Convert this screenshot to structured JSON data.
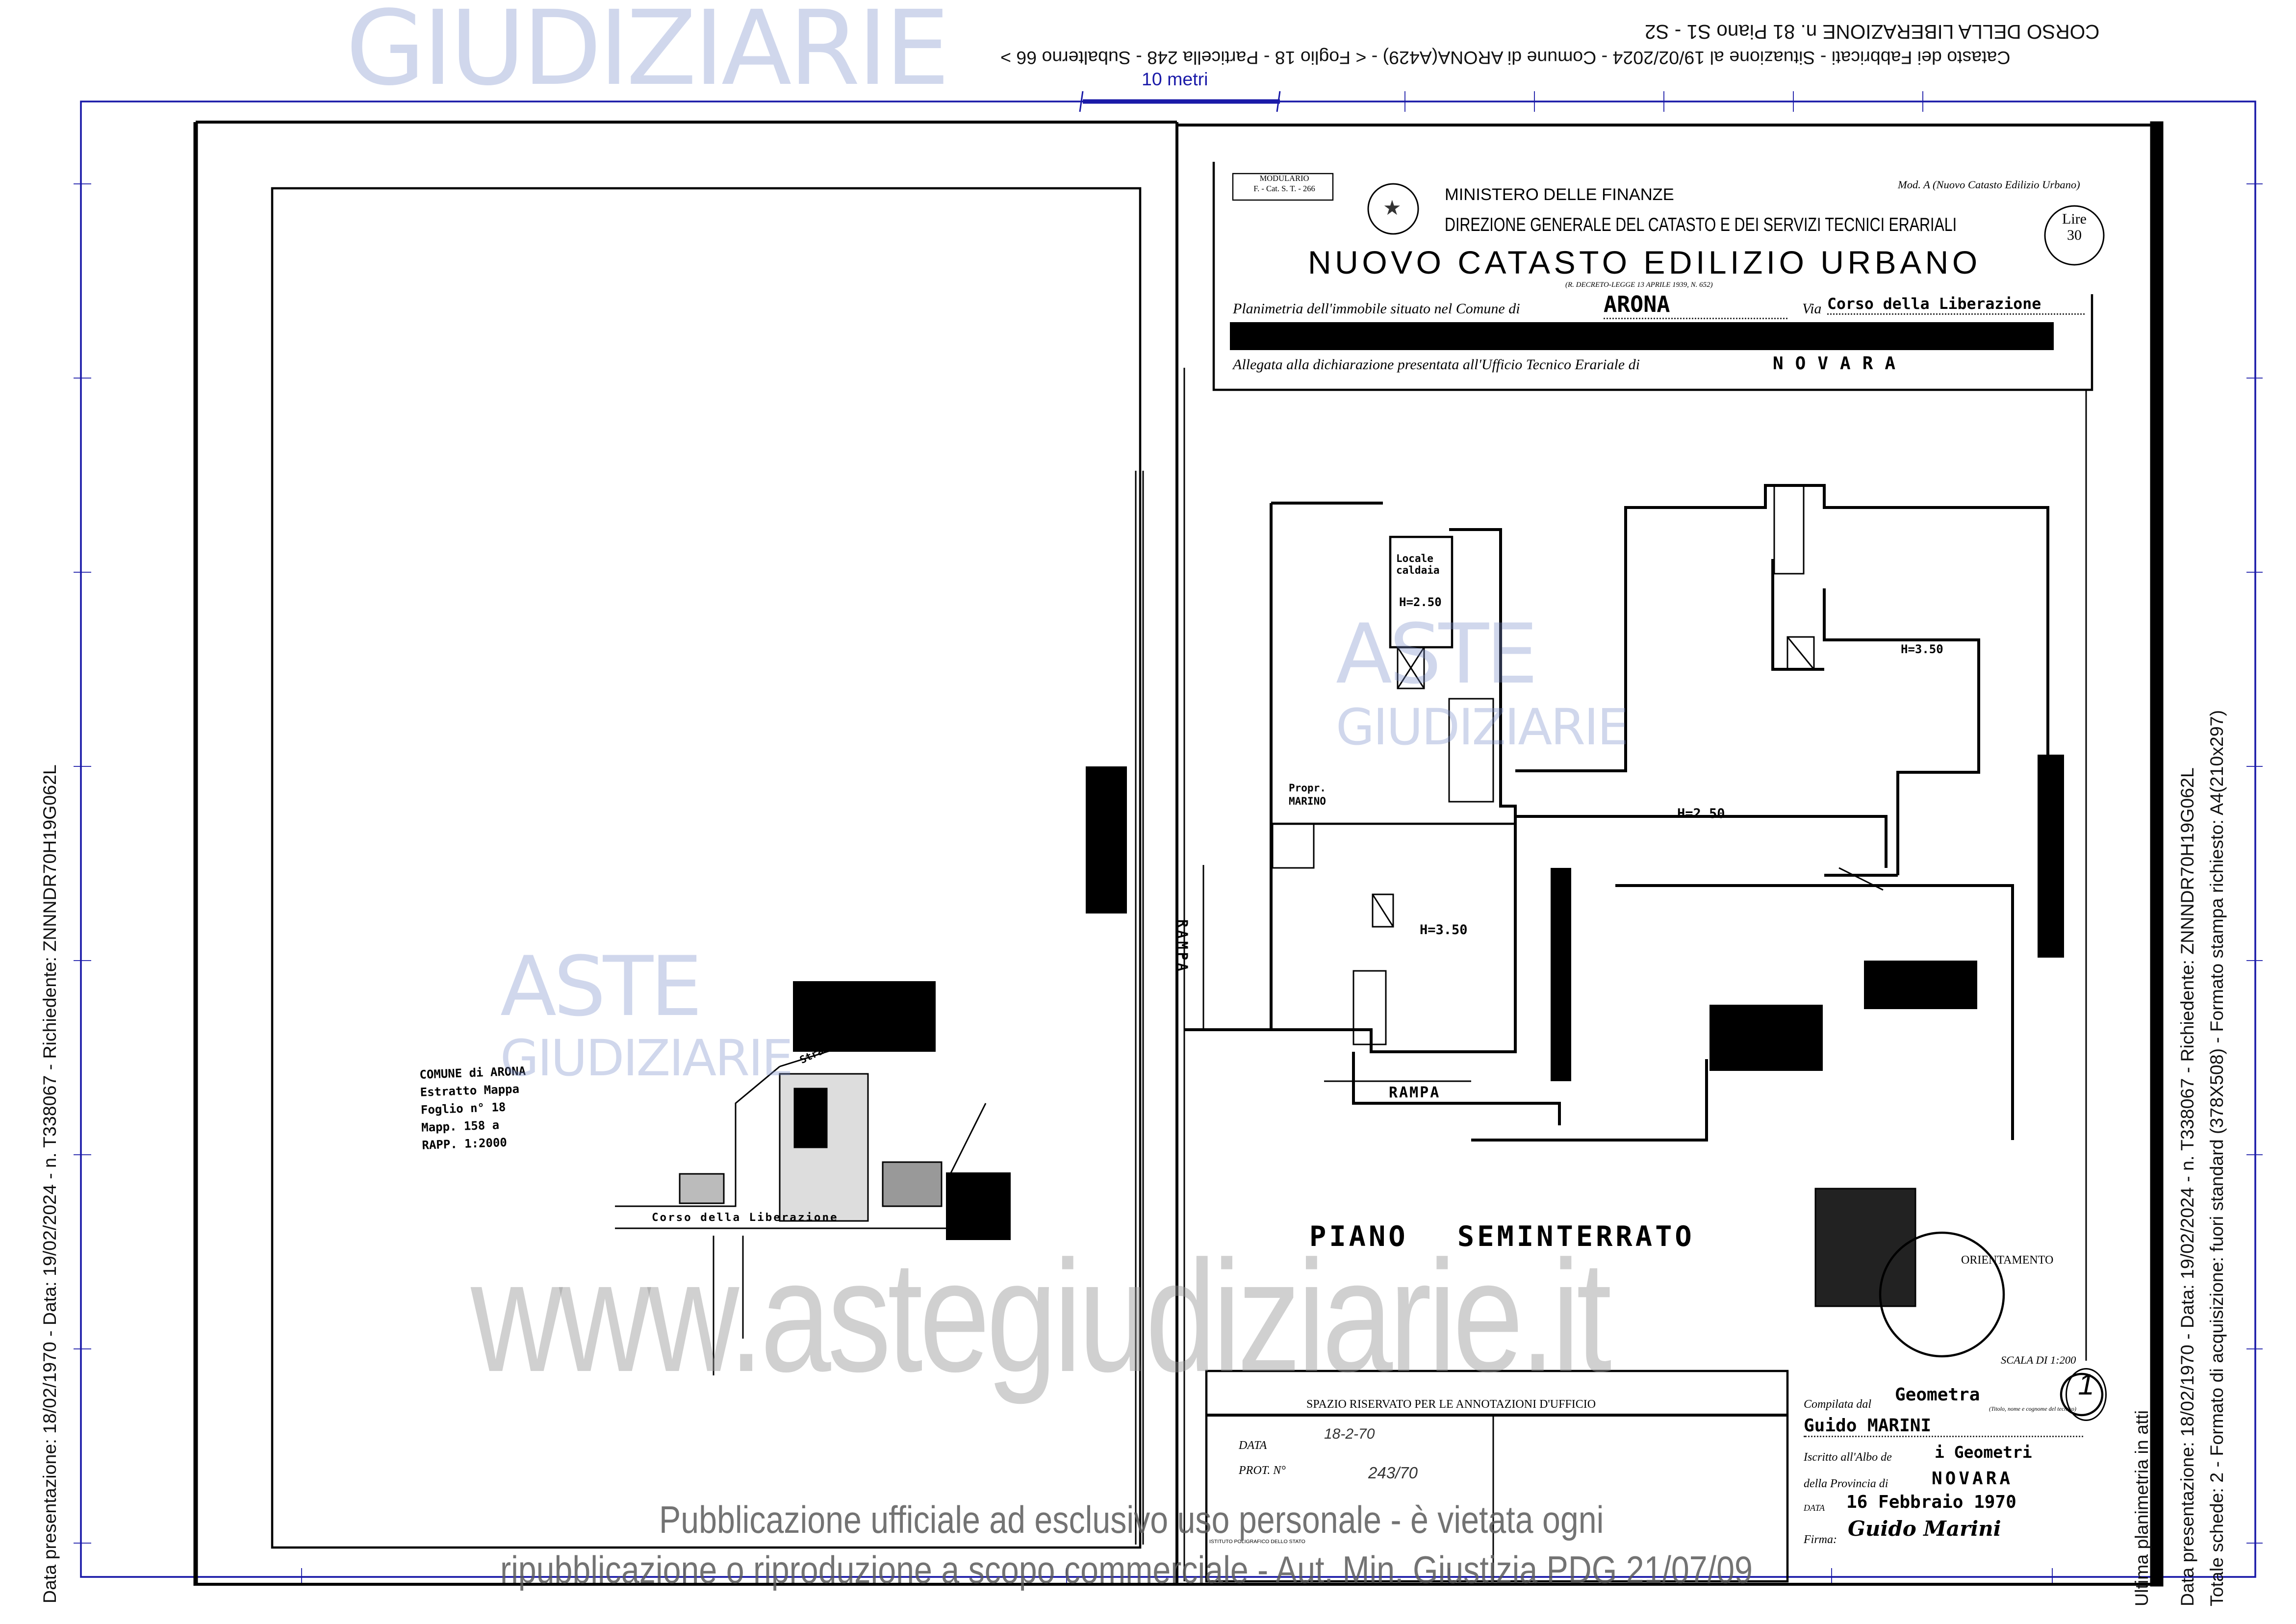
{
  "header": {
    "address": "CORSO DELLA LIBERAZIONE n. 81 Piano S1 - S2",
    "situation": "Catasto dei Fabbricati - Situazione al 19/02/2024 - Comune di ARONA(A429) - < Foglio 18 - Particella 248 - Subalterno 66 >",
    "scale_label": "10 metri"
  },
  "side_left": "Data presentazione: 18/02/1970 - Data: 19/02/2024 - n. T338067 - Richiedente: ZNNNDR70H19G062L",
  "side_right": {
    "last": "Ultima planimetria in atti",
    "line1": "Data presentazione: 18/02/1970 - Data: 19/02/2024 - n. T338067 - Richiedente: ZNNNDR70H19G062L",
    "line2": "Totale schede: 2 - Formato di acquisizione: fuori standard (378X508) - Formato stampa richiesto: A4(210x297)"
  },
  "form": {
    "modulario": "MODULARIO",
    "modulario_code": "F. - Cat. S. T. - 266",
    "ministry": "MINISTERO DELLE FINANZE",
    "direction": "DIREZIONE GENERALE DEL CATASTO E DEI SERVIZI TECNICI ERARIALI",
    "mod": "Mod. A (Nuovo Catasto Edilizio Urbano)",
    "lire": "Lire",
    "lire_value": "30",
    "title": "NUOVO CATASTO EDILIZIO URBANO",
    "decree": "(R. DECRETO-LEGGE 13 APRILE 1939, N. 652)",
    "planimetria_label": "Planimetria dell'immobile situato nel Comune di",
    "comune": "ARONA",
    "via_label": "Via",
    "via": "Corso della Liberazione",
    "allegata_label": "Allegata alla dichiarazione presentata all'Ufficio Tecnico Erariale di",
    "ufficio": "NOVARA"
  },
  "plan": {
    "labels": {
      "locale": "Locale caldaia",
      "h250a": "H=2.50",
      "h350a": "H=3.50",
      "h250b": "H=2.50",
      "h350b": "H=3.50",
      "propr": "Propr. MARINO",
      "rampa_v": "RAMPA",
      "rampa_h": "RAMPA"
    },
    "floor": "PIANO SEMINTERRATO",
    "orientamento": "ORIENTAMENTO",
    "scala": "SCALA DI 1:200"
  },
  "map_extract": {
    "lines": [
      "COMUNE di ARONA",
      "Estratto Mappa",
      "Foglio n° 18",
      "Mapp. 158 a",
      "RAPP. 1:2000"
    ],
    "street": "Corso della Liberazione",
    "strada": "Strada"
  },
  "annotations": {
    "title": "SPAZIO RISERVATO PER LE ANNOTAZIONI D'UFFICIO",
    "data_label": "DATA",
    "data_value": "18-2-70",
    "prot_label": "PROT. N°",
    "prot_value": "243/70",
    "printer": "ISTITUTO POLIGRAFICO DELLO STATO"
  },
  "compiler": {
    "compilata_label": "Compilata dal",
    "title": "Geometra",
    "title_hint": "(Titolo, nome e cognome del tecnico)",
    "name": "Guido MARINI",
    "iscritto_label": "Iscritto all'Albo de",
    "albo": "i Geometri",
    "provincia_label": "della Provincia di",
    "provincia": "NOVARA",
    "data_label": "DATA",
    "data": "16 Febbraio 1970",
    "firma_label": "Firma:",
    "firma": "Guido Marini",
    "sheet_number": "1"
  },
  "watermarks": {
    "top": "GIUDIZIARIE",
    "aste": "ASTE",
    "giudiziarie": "GIUDIZIARIE",
    "site": "www.astegiudiziarie.it",
    "notice1": "Pubblicazione ufficiale ad esclusivo uso personale - è vietata ogni",
    "notice2": "ripubblicazione o riproduzione a scopo commerciale - Aut. Min. Giustizia PDG 21/07/09"
  },
  "colors": {
    "frame": "#1a1aa8",
    "redaction": "#000000",
    "watermark": "#8c9ccc"
  }
}
